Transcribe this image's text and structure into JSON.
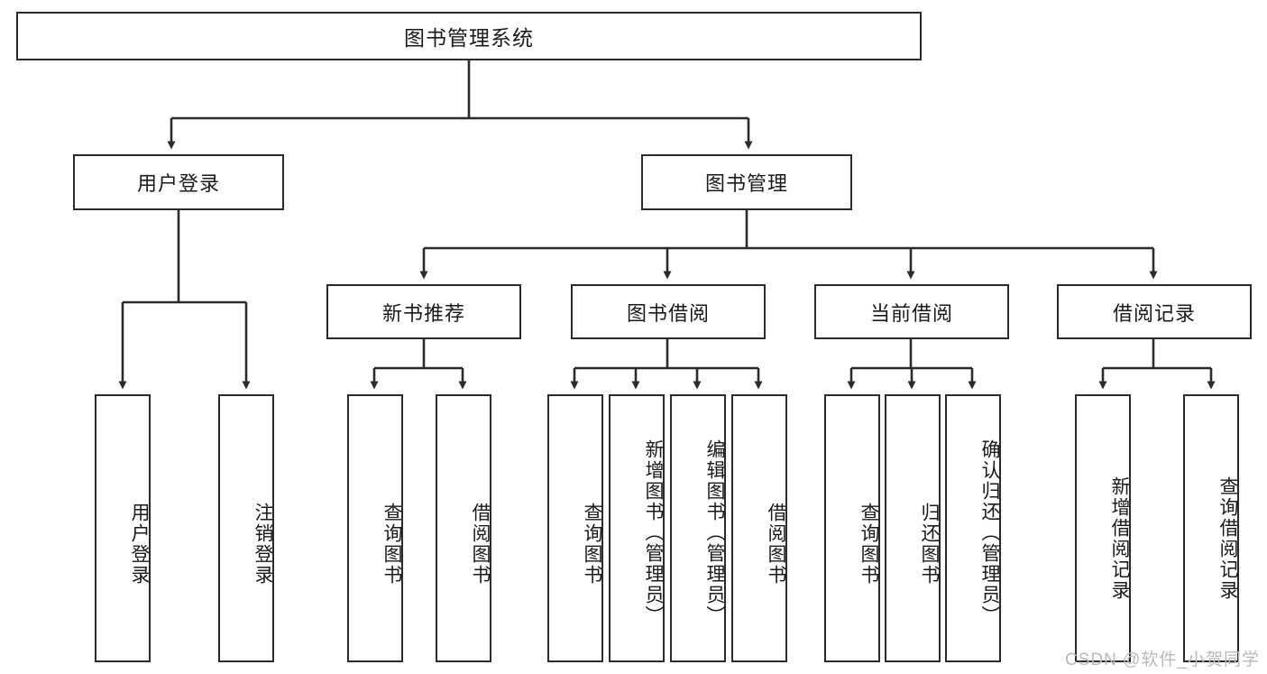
{
  "diagram": {
    "title": "图书管理系统",
    "type": "tree",
    "root": {
      "id": "root",
      "label": "图书管理系统"
    },
    "level2": [
      {
        "id": "user-login",
        "label": "用户登录"
      },
      {
        "id": "book-management",
        "label": "图书管理"
      }
    ],
    "level3": [
      {
        "id": "new-book-recommend",
        "label": "新书推荐",
        "parent": "book-management"
      },
      {
        "id": "book-borrow",
        "label": "图书借阅",
        "parent": "book-management"
      },
      {
        "id": "current-borrow",
        "label": "当前借阅",
        "parent": "book-management"
      },
      {
        "id": "borrow-record",
        "label": "借阅记录",
        "parent": "book-management"
      }
    ],
    "leaves": [
      {
        "id": "leaf-user-login",
        "label": "用户登录",
        "parent": "user-login"
      },
      {
        "id": "leaf-logout-login",
        "label": "注销登录",
        "parent": "user-login"
      },
      {
        "id": "leaf-query-book-1",
        "label": "查询图书",
        "parent": "new-book-recommend"
      },
      {
        "id": "leaf-borrow-book-1",
        "label": "借阅图书",
        "parent": "new-book-recommend"
      },
      {
        "id": "leaf-query-book-2",
        "label": "查询图书",
        "parent": "book-borrow"
      },
      {
        "id": "leaf-add-book",
        "label": "新增图书（管理员）",
        "parent": "book-borrow"
      },
      {
        "id": "leaf-edit-book",
        "label": "编辑图书（管理员）",
        "parent": "book-borrow"
      },
      {
        "id": "leaf-borrow-book-2",
        "label": "借阅图书",
        "parent": "book-borrow"
      },
      {
        "id": "leaf-query-book-3",
        "label": "查询图书",
        "parent": "current-borrow"
      },
      {
        "id": "leaf-return-book",
        "label": "归还图书",
        "parent": "current-borrow"
      },
      {
        "id": "leaf-confirm-return",
        "label": "确认归还（管理员）",
        "parent": "current-borrow"
      },
      {
        "id": "leaf-add-record",
        "label": "新增借阅记录",
        "parent": "borrow-record"
      },
      {
        "id": "leaf-query-record",
        "label": "查询借阅记录",
        "parent": "borrow-record"
      }
    ],
    "colors": {
      "stroke": "#2b2b2b",
      "fill": "#ffffff",
      "text": "#1a1a1a",
      "watermark": "#b9b9b9"
    }
  },
  "watermark": {
    "text": "CSDN @软件_小贺同学"
  }
}
